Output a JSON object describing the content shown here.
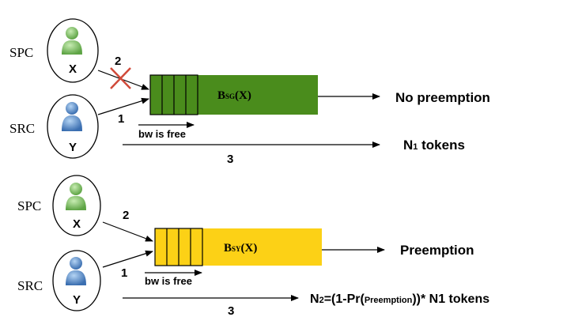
{
  "scenario_top": {
    "spc_label": "SPC",
    "src_label": "SRC",
    "user_spc_letter": "X",
    "user_src_letter": "Y",
    "arrow_spc_number": "2",
    "arrow_src_number": "1",
    "arrow_direct_number": "3",
    "bandwidth_note": "bw is free",
    "queue_label_main": "B",
    "queue_label_sub": "SG",
    "queue_label_arg": "(X)",
    "result_text": "No preemption",
    "tokens_symbol": "N",
    "tokens_subscript": "1",
    "tokens_text": " tokens",
    "queue_color": "#4a8c1c",
    "spc_blocked": true
  },
  "scenario_bottom": {
    "spc_label": "SPC",
    "src_label": "SRC",
    "user_spc_letter": "X",
    "user_src_letter": "Y",
    "arrow_spc_number": "2",
    "arrow_src_number": "1",
    "arrow_direct_number": "3",
    "bandwidth_note": "bw is free",
    "queue_label_main": "B",
    "queue_label_sub": "SY",
    "queue_label_arg": "(X)",
    "result_text": "Preemption",
    "tokens_symbol": "N",
    "tokens_subscript": "2",
    "tokens_formula_prefix": "=(1-Pr(",
    "tokens_formula_inner": "Preemption",
    "tokens_formula_suffix": "))* N1  tokens",
    "queue_color": "#fcd116"
  },
  "colors": {
    "spc_person": "#7cc063",
    "src_person": "#4f86c6",
    "cross": "#d04a3a"
  }
}
